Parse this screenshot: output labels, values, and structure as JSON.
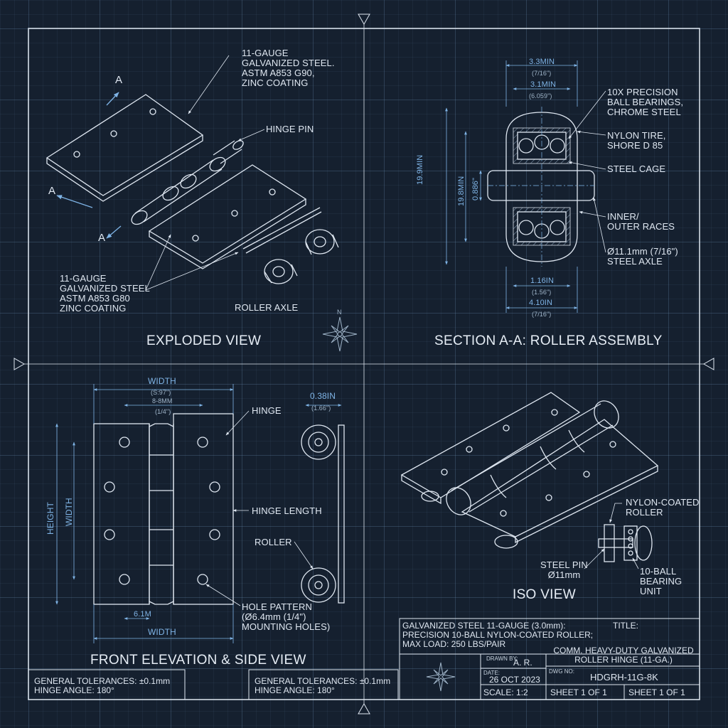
{
  "colors": {
    "background": "#15202f",
    "line": "#dfe7f1",
    "dimension": "#7fb4e6"
  },
  "exploded": {
    "title": "EXPLODED VIEW",
    "section_mark": "A",
    "steel_top": "11-GAUGE\nGALVANIZED STEEL.\nASTM A853 G90,\nZINC COATING",
    "hinge_pin": "HINGE PIN",
    "steel_bottom": "11-GAUGE\nGALVANIZED STEEL\nASTM A853 G80\nZINC COATING",
    "roller_axle": "ROLLER AXLE"
  },
  "compass": {
    "north": "N",
    "icon": "compass-rose-icon"
  },
  "section": {
    "title": "SECTION A-A: ROLLER ASSEMBLY",
    "dim_top_1": "3.3MIN",
    "dim_top_1_sub": "(7/16\")",
    "dim_top_2": "3.1MIN",
    "dim_top_2_sub": "(6.059\")",
    "dim_left_1": "19.9MIN",
    "dim_left_2": "19.8MIN",
    "dim_left_3": "0.886\"",
    "dim_bot_1": "1.16IN",
    "dim_bot_1_sub": "(1.56\")",
    "dim_bot_2": "4.10IN",
    "dim_bot_2_sub": "(7/16\")",
    "bearings": "10X PRECISION\nBALL BEARINGS,\nCHROME STEEL",
    "tire": "NYLON TIRE,\nSHORE D 85",
    "cage": "STEEL CAGE",
    "races": "INNER/\nOUTER RACES",
    "axle": "Ø11.1mm (7/16\")\nSTEEL AXLE"
  },
  "front": {
    "title": "FRONT ELEVATION & SIDE VIEW",
    "width_top": "WIDTH",
    "width_sub1": "(S:97\")",
    "width_sub2": "8-8MM",
    "width_sub3": "(1/4\")",
    "height": "HEIGHT",
    "width_side": "WIDTH",
    "side_dim": "0.38IN",
    "side_dim_sub": "(1.66\")",
    "hinge": "HINGE",
    "hinge_length": "HINGE LENGTH",
    "roller": "ROLLER",
    "holes": "HOLE PATTERN\n(Ø6.4mm (1/4\")\nMOUNTING HOLES)",
    "dim_bottom": "6.1M",
    "width_bottom": "WIDTH"
  },
  "iso": {
    "title": "ISO VIEW",
    "nylon": "NYLON-COATED\nROLLER",
    "pin": "STEEL PIN\nØ11mm",
    "bearing": "10-BALL\nBEARING\nUNIT"
  },
  "notes": {
    "tolerance_1": "GENERAL TOLERANCES: ±0.1mm\nHINGE ANGLE: 180°",
    "tolerance_2": "GENERAL TOLERANCES: ±0.1mm\nHINGE ANGLE: 180°"
  },
  "title_block": {
    "spec": "GALVANIZED STEEL 11-GAUGE (3.0mm):\nPRECISION 10-BALL NYLON-COATED ROLLER;\nMAX LOAD: 250 LBS/PAIR",
    "title_label": "TITLE:",
    "title": "COMM. HEAVY-DUTY GALVANIZED\nROLLER HINGE (11-GA.)",
    "drawn_by_label": "DRAWN BY:",
    "drawn_by": "A. R.",
    "date_label": "DATE:",
    "date": "26 OCT 2023",
    "dwg_label": "DWG NO:",
    "dwg": "HDGRH-11G-8K",
    "scale": "SCALE: 1:2",
    "sheet_1": "SHEET 1 OF 1",
    "sheet_2": "SHEET 1 OF 1"
  }
}
